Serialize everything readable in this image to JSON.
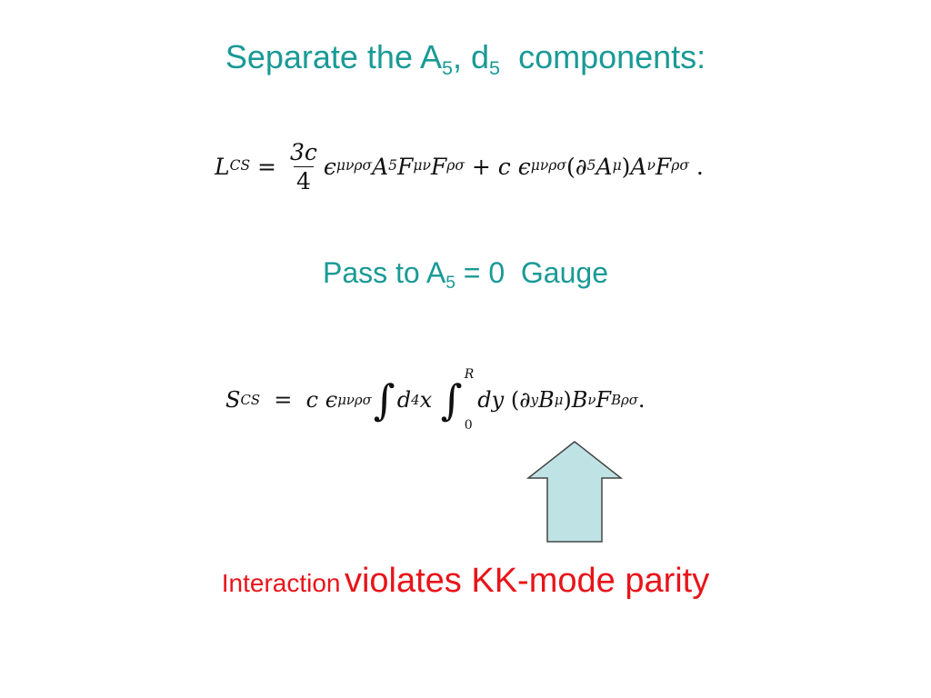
{
  "title": {
    "text_before": "Separate the A",
    "sub_a": "5",
    "text_mid": ", d",
    "sub_d": "5",
    "text_after": "  components:"
  },
  "equation_lcs": {
    "lhs": "L",
    "lhs_sub": "CS",
    "eq": " = ",
    "frac_num": "3c",
    "frac_den": "4",
    "eps": "ϵ",
    "eps_sup": "μνρσ",
    "a5": "A",
    "a5_sub": "5",
    "f1": "F",
    "f1_sub": "μν",
    "f2": "F",
    "f2_sub": "ρσ",
    "plus": " + c ",
    "eps2": "ϵ",
    "eps2_sup": "μνρσ",
    "paren_open": "(∂",
    "d_sub": "5",
    "amu": "A",
    "amu_sub": "μ",
    "paren_close": ")",
    "anu": "A",
    "anu_sub": "ν",
    "f3": "F",
    "f3_sub": "ρσ",
    "end": " ."
  },
  "subtitle": {
    "text_before": "Pass to A",
    "sub": "5",
    "text_after": " = 0  Gauge"
  },
  "equation_scs": {
    "lhs": "S",
    "lhs_sub": "CS",
    "eq": "  =  c ",
    "eps": "ϵ",
    "eps_sup": "μνρσ",
    "int1": "∫",
    "d4": "d",
    "d4_sup": "4",
    "x": "x ",
    "int2": "∫",
    "upper": "R",
    "lower": "0",
    "dy": "dy ",
    "paren_open": "(∂",
    "dy_sub": "y",
    "bmu": "B",
    "bmu_sub": "μ",
    "paren_close": ")",
    "bnu": "B",
    "bnu_sub": "ν",
    "fb": "F",
    "fb_sub": "Bρσ",
    "end": "."
  },
  "arrow": {
    "fill": "#bfe3e4",
    "stroke": "#444444",
    "icon": "up-arrow-icon"
  },
  "bottom": {
    "small": "Interaction",
    "large": "violates KK-mode parity",
    "color": "#e8141a"
  },
  "colors": {
    "heading": "#1a9a96",
    "background": "#ffffff"
  }
}
